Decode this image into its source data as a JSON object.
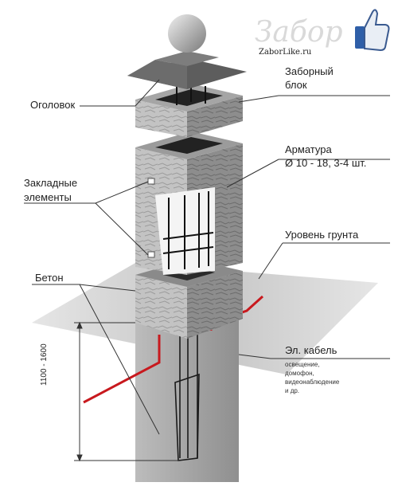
{
  "watermark": "Забор",
  "site": "ZaborLike.ru",
  "labels": {
    "ogolovok": "Оголовок",
    "block_line1": "Заборный",
    "block_line2": "блок",
    "armatura_line1": "Арматура",
    "armatura_line2": "Ø 10 - 18, 3-4 шт.",
    "zaklad_line1": "Закладные",
    "zaklad_line2": "элементы",
    "ground": "Уровень грунта",
    "beton": "Бетон",
    "cable": "Эл. кабель",
    "cable_note_1": "освещение,",
    "cable_note_2": "домофон,",
    "cable_note_3": "видеонаблюдение",
    "cable_note_4": "и др.",
    "depth": "1100 - 1600"
  },
  "colors": {
    "cable": "#c8191e",
    "block_light": "#bdbdbd",
    "block_dark": "#6e6e6e",
    "ground": "#c9c9c9",
    "pit": "#a8a8a8",
    "cap": "#5d5d5d"
  }
}
